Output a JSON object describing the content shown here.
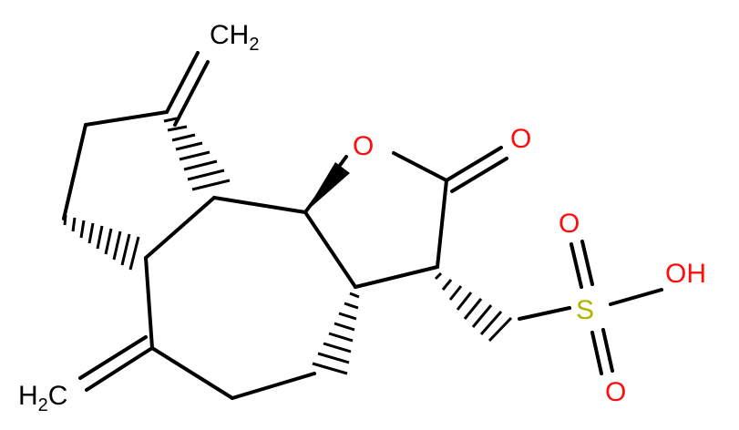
{
  "molecule": {
    "atoms": {
      "o_ring": "O",
      "o_carbonyl": "O",
      "o_sulfonyl_top": "O",
      "o_sulfonyl_bottom": "O",
      "sulfur": "S",
      "hydroxyl": "OH",
      "methylene_top_base": "CH",
      "methylene_top_sub": "2",
      "methylene_bottom_base": "H",
      "methylene_bottom_sub": "2",
      "methylene_bottom_tail": "C"
    },
    "colors": {
      "bond": "#000000",
      "oxygen": "#ff0d0d",
      "sulfur": "#b2b200",
      "carbon_label": "#000000"
    }
  }
}
